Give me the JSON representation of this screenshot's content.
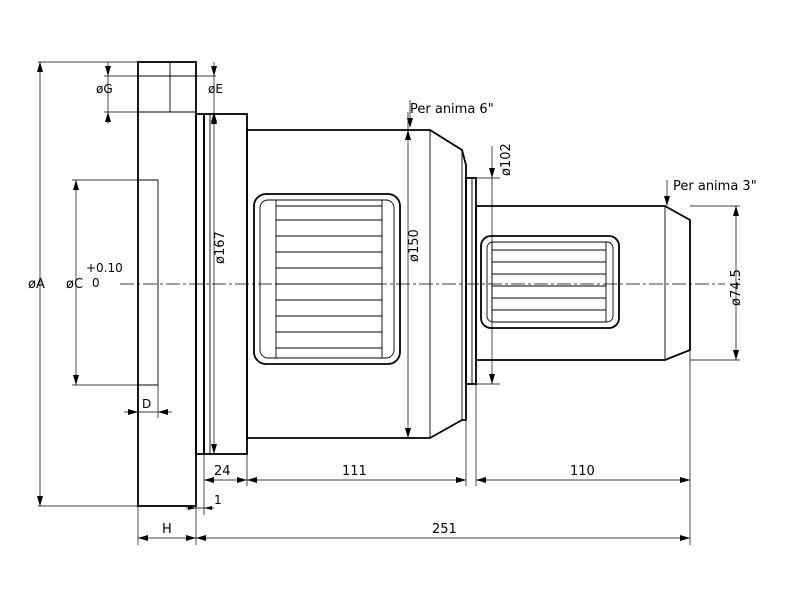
{
  "labels": {
    "dia_g": "øG",
    "dia_e": "øE",
    "note_6": "Per anima 6\"",
    "note_3": "Per anima 3\"",
    "dia_102": "ø102",
    "dia_167": "ø167",
    "dia_150": "ø150",
    "dia_745": "ø74.5",
    "dia_a": "øA",
    "dia_c": "øC",
    "tol_upper": "+0.10",
    "tol_lower": "0",
    "dim_d": "D",
    "dim_24": "24",
    "dim_111": "111",
    "dim_110": "110",
    "dim_1": "1",
    "dim_h": "H",
    "dim_251": "251"
  }
}
